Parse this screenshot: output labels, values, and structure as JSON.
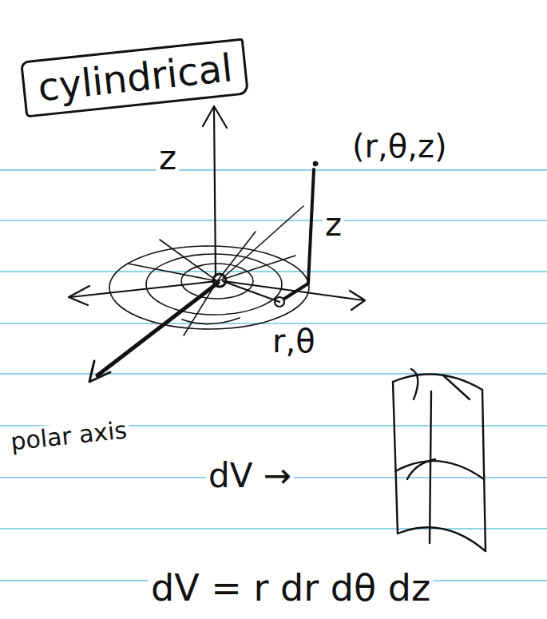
{
  "diagram": {
    "nodes": [
      {
        "text": [
          "cylindrical"
        ]
      }
    ],
    "labels": [
      "z",
      "(r,θ,z)",
      "z",
      "r,θ",
      "polar axis",
      "dV →",
      "dV = r dr dθ dz"
    ]
  }
}
